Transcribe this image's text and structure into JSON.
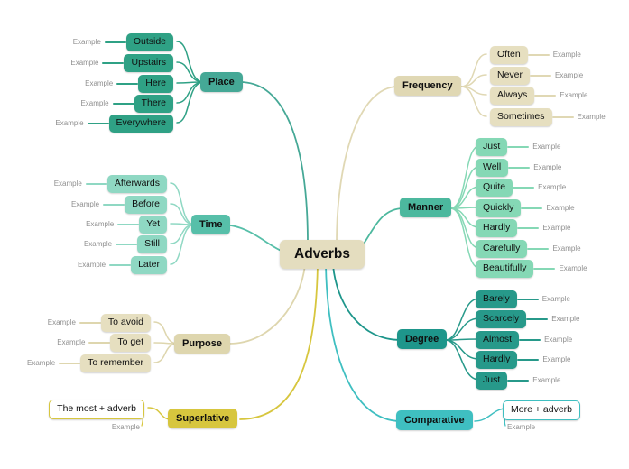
{
  "center": {
    "label": "Adverbs"
  },
  "example_label": "Example",
  "colors": {
    "center-bg": "#e4ddbf",
    "example": "#8f8f8f",
    "place": "#45a896",
    "place-leaf": "#2fa185",
    "time": "#57bfa9",
    "time-leaf": "#8fd8c3",
    "purpose": "#ded6ae",
    "purpose-leaf": "#e6dfc0",
    "superlative": "#d7c63e",
    "frequency": "#e0d8b4",
    "frequency-leaf": "#e6dfc0",
    "manner": "#4cb89e",
    "manner-leaf": "#85d8b5",
    "degree": "#1e968b",
    "degree-leaf": "#27998a",
    "comparative": "#3fbfc1"
  },
  "branches": {
    "place": {
      "label": "Place",
      "children": [
        "Outside",
        "Upstairs",
        "Here",
        "There",
        "Everywhere"
      ]
    },
    "time": {
      "label": "Time",
      "children": [
        "Afterwards",
        "Before",
        "Yet",
        "Still",
        "Later"
      ]
    },
    "purpose": {
      "label": "Purpose",
      "children": [
        "To avoid",
        "To get",
        "To remember"
      ]
    },
    "superlative": {
      "label": "Superlative",
      "children": [
        "The most + adverb"
      ]
    },
    "frequency": {
      "label": "Frequency",
      "children": [
        "Often",
        "Never",
        "Always",
        "Sometimes"
      ]
    },
    "manner": {
      "label": "Manner",
      "children": [
        "Just",
        "Well",
        "Quite",
        "Quickly",
        "Hardly",
        "Carefully",
        "Beautifully"
      ]
    },
    "degree": {
      "label": "Degree",
      "children": [
        "Barely",
        "Scarcely",
        "Almost",
        "Hardly",
        "Just"
      ]
    },
    "comparative": {
      "label": "Comparative",
      "children": [
        "More + adverb"
      ]
    }
  }
}
